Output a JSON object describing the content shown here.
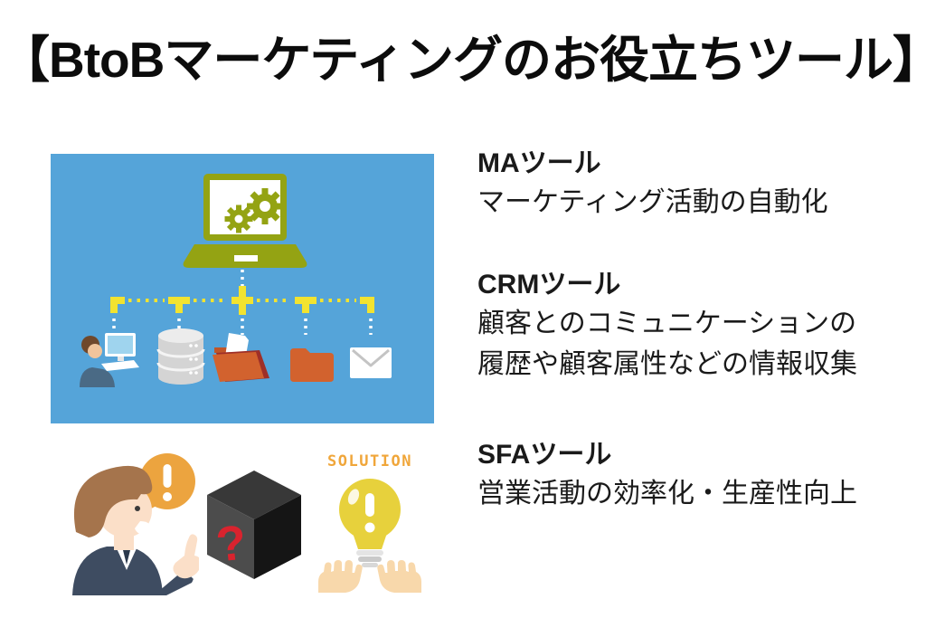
{
  "title": "【BtoBマーケティングのお役立ちツール】",
  "tools": [
    {
      "name": "MAツール",
      "lines": [
        "マーケティング活動の自動化"
      ]
    },
    {
      "name": "CRMツール",
      "lines": [
        "顧客とのコミュニケーションの",
        "履歴や顧客属性などの情報収集"
      ]
    },
    {
      "name": "SFAツール",
      "lines": [
        "営業活動の効率化・生産性向上"
      ]
    }
  ],
  "solution": {
    "label": "SOLUTION"
  },
  "glyphs": {
    "question": "?",
    "exclamation": "!"
  },
  "diagram": {
    "hub_icon": "laptop-gears-icon",
    "node_icons": [
      "person-at-computer-icon",
      "database-icon",
      "open-folder-icon",
      "folder-icon",
      "envelope-icon"
    ]
  },
  "colors": {
    "title-ink": "#0c0c0c",
    "text-ink": "#1a1a1a",
    "panel-blue": "#55a4d9",
    "olive": "#94a313",
    "junction-yellow": "#f2e330",
    "folder-orange": "#d2622e",
    "folder-darkred": "#9e2f28",
    "folder-back": "#c05528",
    "gray-light": "#d4d4d4",
    "gray-top": "#ececec",
    "screen-blue": "#9fd4ee",
    "slate-blue": "#4a6a85",
    "skin-deep": "#f0c49c",
    "hair-deep": "#6f482c",
    "bubble-orange": "#eca43f",
    "suit-navy": "#3e4c61",
    "tie-navy": "#2b394c",
    "hair-brown": "#a5744c",
    "skin": "#fbdfc8",
    "cube-top": "#383838",
    "cube-left": "#4c4c4c",
    "cube-right": "#151515",
    "question-red": "#d9232e",
    "solution-orange": "#f0a63a",
    "bulb-yellow": "#e7d13c",
    "hand-skin": "#f8d8ab"
  }
}
